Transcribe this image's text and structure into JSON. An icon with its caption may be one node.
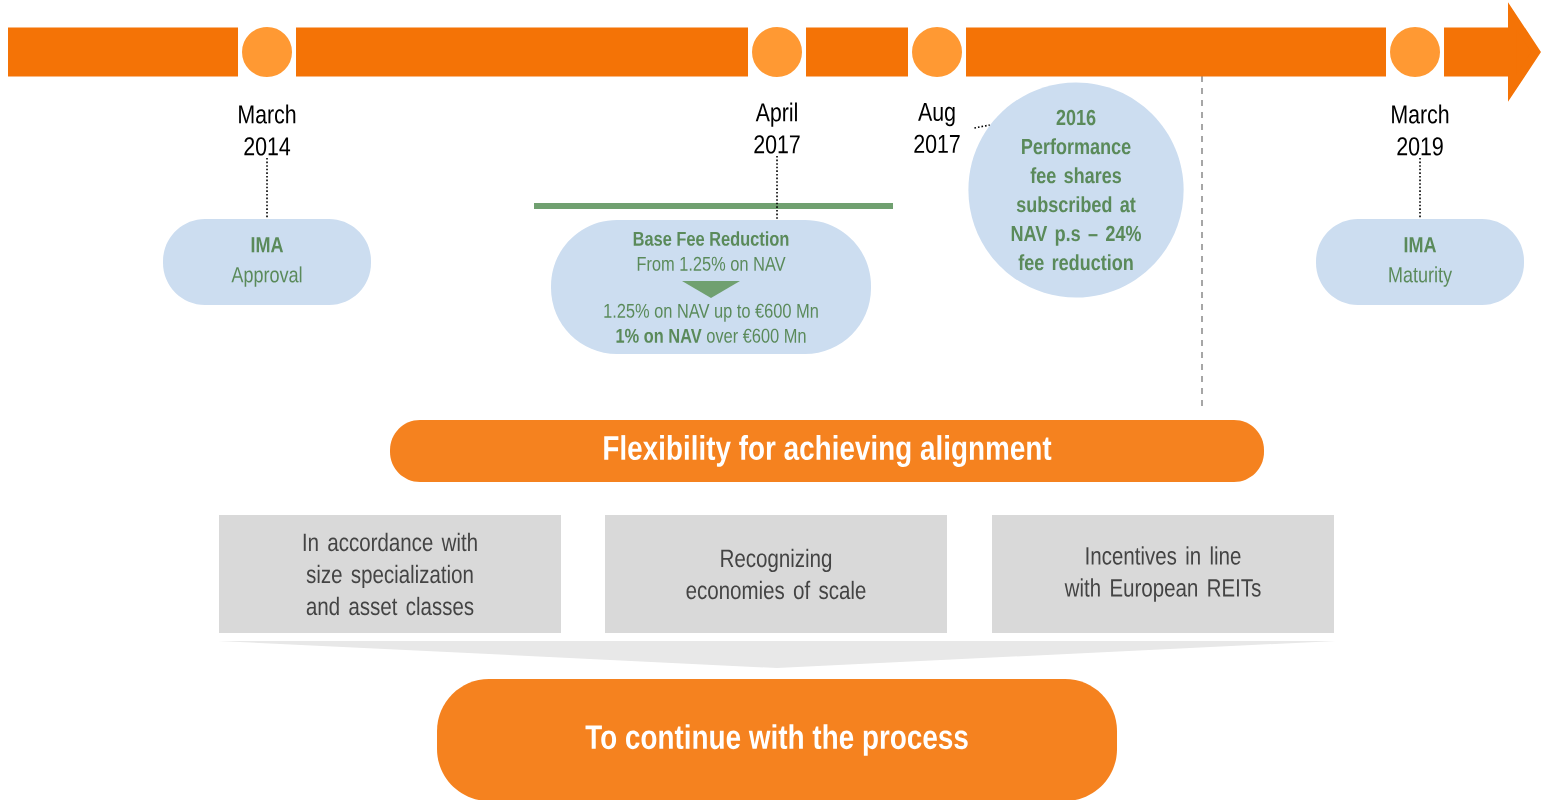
{
  "diagram": {
    "nodes": [
      {
        "text": [],
        "shape": "circle"
      },
      {
        "text": [],
        "shape": "circle"
      },
      {
        "text": [],
        "shape": "circle"
      },
      {
        "text": [],
        "shape": "circle"
      },
      {
        "text": [
          "March 2014"
        ]
      },
      {
        "text": [
          "IMA",
          "Approval"
        ]
      },
      {
        "text": [
          "April 2017"
        ]
      },
      {
        "text": [
          "Base Fee Reduction",
          "From 1.25% on NAV",
          "1.25% on NAV up to €600 Mn",
          "**1% on NAV** over €600 Mn"
        ]
      },
      {
        "text": [
          "Aug 2017"
        ]
      },
      {
        "text": [
          "2016 Performance fee shares subscribed at NAV p.s – 24% fee reduction"
        ]
      },
      {
        "text": [
          "March 2019"
        ]
      },
      {
        "text": [
          "IMA",
          "Maturity"
        ]
      },
      {
        "text": [
          "Flexibility for achieving alignment"
        ]
      },
      {
        "text": [
          "In accordance with size specialization and asset classes"
        ]
      },
      {
        "text": [
          "Recognizing economies of scale"
        ]
      },
      {
        "text": [
          "Incentives in line with European REITs"
        ]
      },
      {
        "text": [
          "To continue with the process"
        ]
      }
    ],
    "edges": [
      {
        "from": 4,
        "to": 5,
        "arrow": "none",
        "style": "dashed",
        "color": "#000000"
      },
      {
        "from": 6,
        "to": 7,
        "arrow": "none",
        "style": "dashed",
        "color": "#000000"
      },
      {
        "from": 8,
        "to": 9,
        "arrow": "none",
        "style": "dashed",
        "color": "#000000"
      },
      {
        "from": 10,
        "to": 11,
        "arrow": "none",
        "style": "dashed",
        "color": "#000000"
      },
      {
        "from": null,
        "to": 0,
        "arrow": "none"
      },
      {
        "from": 0,
        "to": 1,
        "arrow": "none"
      },
      {
        "from": 1,
        "to": 2,
        "arrow": "none"
      },
      {
        "from": 2,
        "to": 3,
        "arrow": "none"
      },
      {
        "from": 3,
        "to": null,
        "arrow": "to"
      }
    ]
  }
}
